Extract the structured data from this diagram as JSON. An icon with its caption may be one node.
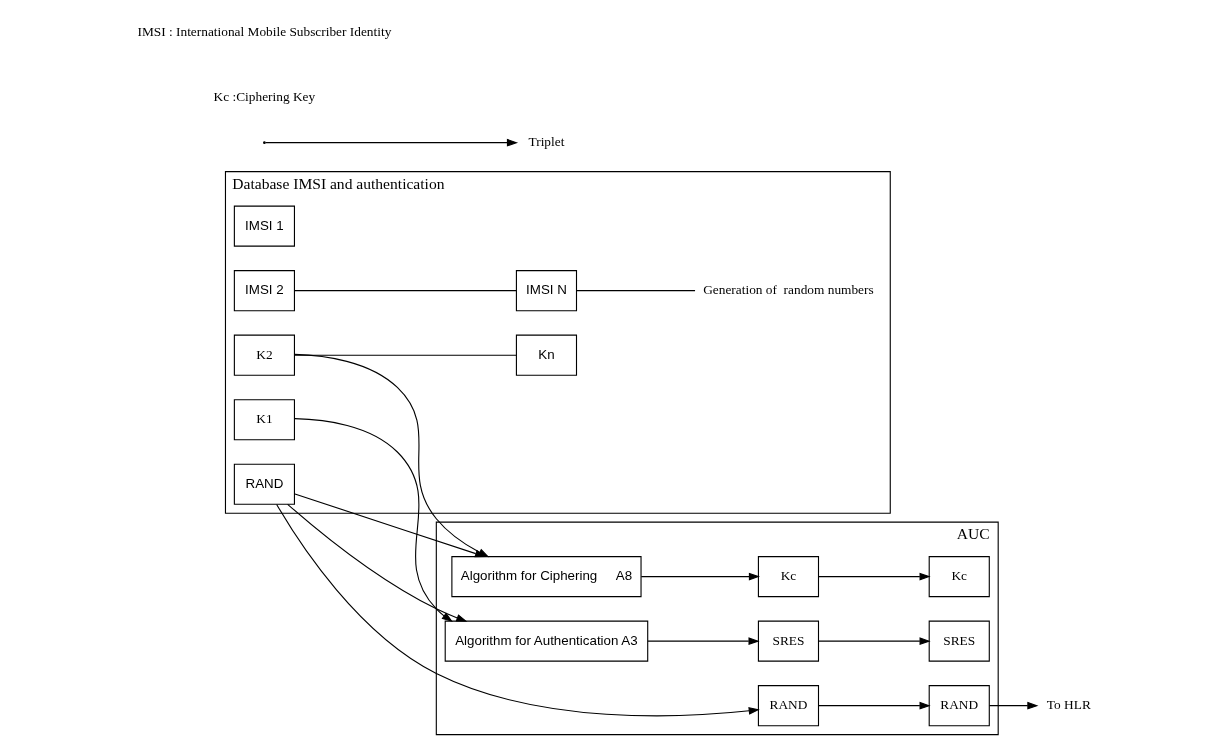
{
  "diagram": {
    "nodes": [
      {
        "text": [
          "Database IMSI and authentication"
        ]
      },
      {
        "text": [
          "IMSI 1"
        ],
        "in": 0
      },
      {
        "text": [
          "IMSI 2"
        ],
        "in": 0
      },
      {
        "text": [
          "IMSI N"
        ],
        "in": 0
      },
      {
        "text": [
          "K1"
        ],
        "in": 0
      },
      {
        "text": [
          "K2"
        ],
        "in": 0
      },
      {
        "text": [
          "Kn"
        ],
        "in": 0
      },
      {
        "text": [
          "Generation of  random numbers"
        ],
        "in": 0
      },
      {
        "text": [
          "RAND"
        ],
        "in": 0
      },
      {
        "text": [
          "AUC"
        ]
      },
      {
        "text": [
          "Algorithm for Ciphering     A8"
        ],
        "in": 9
      },
      {
        "text": [
          "Algorithm for Authentication A3"
        ],
        "in": 9
      },
      {
        "text": [
          "Kc"
        ],
        "in": 9
      },
      {
        "text": [
          "SRES"
        ],
        "in": 9
      },
      {
        "text": [
          "RAND"
        ],
        "in": 9
      },
      {
        "text": [
          "Kc"
        ],
        "in": 9
      },
      {
        "text": [
          "SRES"
        ],
        "in": 9
      },
      {
        "text": [
          "RAND"
        ],
        "in": 9
      },
      {
        "text": [
          "To HLR"
        ]
      },
      {
        "text": [
          "Triplet"
        ]
      }
    ],
    "edges": [
      {
        "from": 2,
        "to": 3,
        "arrow": "none"
      },
      {
        "from": 5,
        "to": 6,
        "arrow": "none"
      },
      {
        "from": 3,
        "to": 7,
        "arrow": "none"
      },
      {
        "from": 4,
        "to": 11,
        "arrow": "to"
      },
      {
        "from": 5,
        "to": 10,
        "arrow": "to"
      },
      {
        "from": 8,
        "to": 10,
        "arrow": "to"
      },
      {
        "from": 8,
        "to": 11,
        "arrow": "to"
      },
      {
        "from": 8,
        "to": 14,
        "arrow": "to"
      },
      {
        "from": 10,
        "to": 12,
        "arrow": "to"
      },
      {
        "from": 11,
        "to": 13,
        "arrow": "to"
      },
      {
        "from": 12,
        "to": 15,
        "arrow": "to"
      },
      {
        "from": 13,
        "to": 16,
        "arrow": "to"
      },
      {
        "from": 14,
        "to": 17,
        "arrow": "to"
      },
      {
        "from": 17,
        "to": 18,
        "arrow": "to"
      },
      {
        "from": null,
        "to": 19,
        "arrow": "to"
      }
    ],
    "labels": [
      "IMSI : International Mobile Subscriber Identity",
      "Kc :Ciphering Key"
    ]
  }
}
